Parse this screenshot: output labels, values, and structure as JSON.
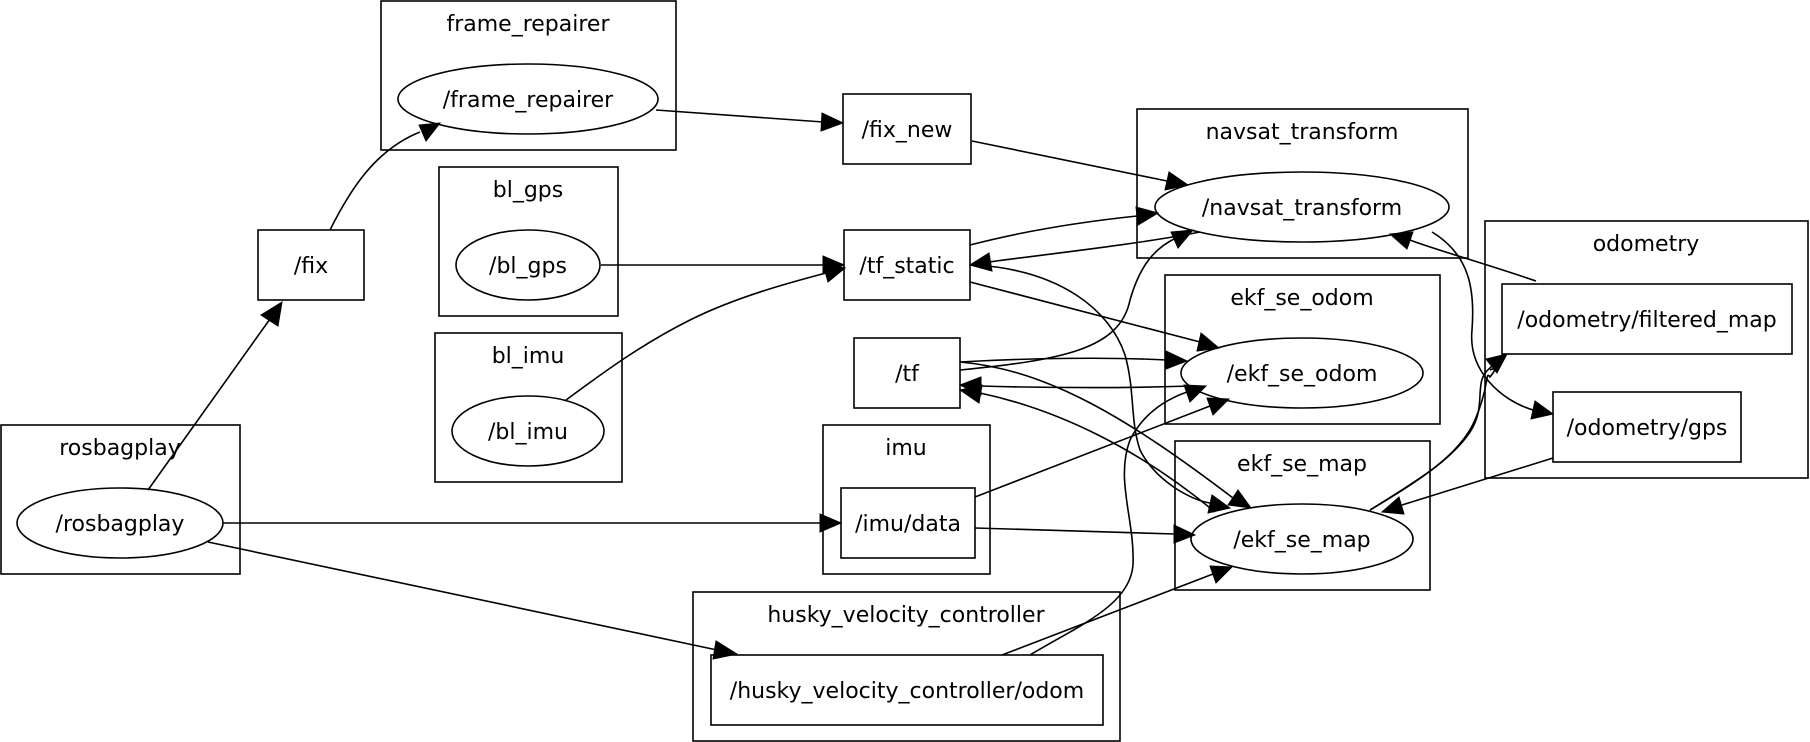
{
  "clusters": {
    "frame_repairer": "frame_repairer",
    "bl_gps": "bl_gps",
    "bl_imu": "bl_imu",
    "rosbagplay": "rosbagplay",
    "imu": "imu",
    "husky_velocity_controller": "husky_velocity_controller",
    "navsat_transform": "navsat_transform",
    "ekf_se_odom": "ekf_se_odom",
    "ekf_se_map": "ekf_se_map",
    "odometry": "odometry"
  },
  "nodes": {
    "frame_repairer": "/frame_repairer",
    "fix": "/fix",
    "bl_gps": "/bl_gps",
    "bl_imu": "/bl_imu",
    "rosbagplay": "/rosbagplay",
    "fix_new": "/fix_new",
    "tf_static": "/tf_static",
    "tf": "/tf",
    "imu_data": "/imu/data",
    "husky_odom": "/husky_velocity_controller/odom",
    "navsat_transform": "/navsat_transform",
    "ekf_se_odom": "/ekf_se_odom",
    "ekf_se_map": "/ekf_se_map",
    "odometry_filtered_map": "/odometry/filtered_map",
    "odometry_gps": "/odometry/gps"
  }
}
